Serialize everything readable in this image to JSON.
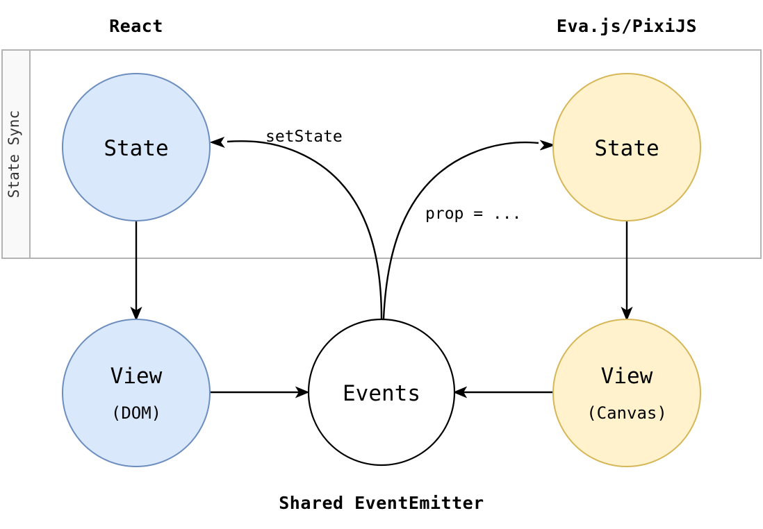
{
  "diagram": {
    "headers": {
      "left": "React",
      "right": "Eva.js/PixiJS"
    },
    "group": {
      "label": "State Sync"
    },
    "footer": {
      "label": "Shared EventEmitter"
    },
    "nodes": {
      "react_state": {
        "label": "State",
        "sublabel": ""
      },
      "react_view": {
        "label": "View",
        "sublabel": "(DOM)"
      },
      "events": {
        "label": "Events",
        "sublabel": ""
      },
      "eva_state": {
        "label": "State",
        "sublabel": ""
      },
      "eva_view": {
        "label": "View",
        "sublabel": "(Canvas)"
      }
    },
    "edges": {
      "set_state": {
        "label": "setState"
      },
      "prop_assign": {
        "label": "prop = ..."
      },
      "react_state_to_view": {
        "label": ""
      },
      "eva_state_to_view": {
        "label": ""
      },
      "react_view_to_events": {
        "label": ""
      },
      "eva_view_to_events": {
        "label": ""
      }
    },
    "colors": {
      "blue_fill": "#dae8fc",
      "blue_stroke": "#6c8ebf",
      "yellow_fill": "#fff2cc",
      "yellow_stroke": "#d6b656",
      "white_fill": "#ffffff",
      "black_stroke": "#000000",
      "container_stroke": "#b3b3b3",
      "strip_fill": "#f9f9f9"
    }
  }
}
